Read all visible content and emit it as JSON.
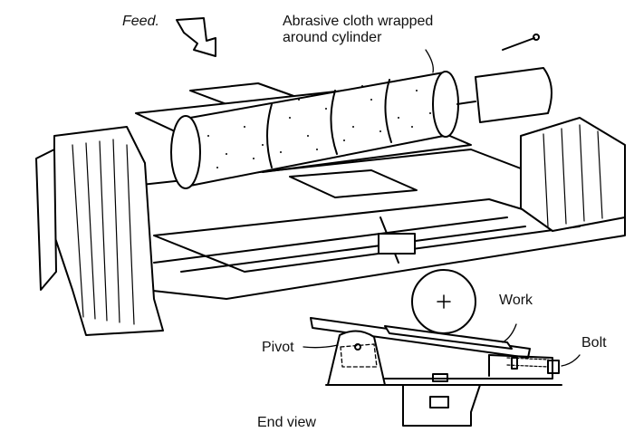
{
  "figure": {
    "labels": {
      "feed": "Feed.",
      "abrasive": "Abrasive cloth wrapped\naround cylinder",
      "work": "Work",
      "pivot": "Pivot",
      "bolt": "Bolt",
      "end_view": "End view"
    },
    "colors": {
      "ink": "#000000",
      "paper": "#ffffff"
    }
  }
}
